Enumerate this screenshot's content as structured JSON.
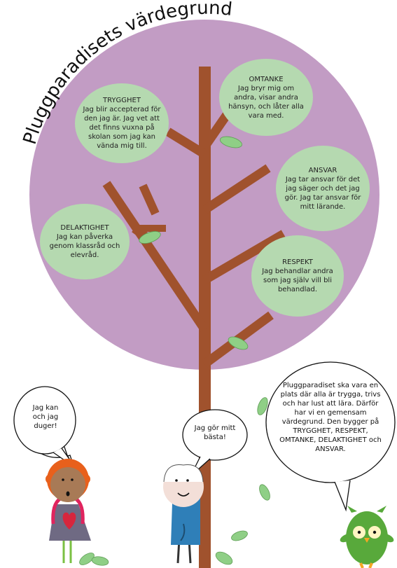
{
  "title": "Pluggparadisets värdegrund",
  "values": [
    {
      "id": "trygghet",
      "heading": "TRYGGHET",
      "text": "Jag blir accepterad för den jag är. Jag vet att det finns vuxna på skolan som jag kan vända mig till."
    },
    {
      "id": "omtanke",
      "heading": "OMTANKE",
      "text": "Jag bryr mig om andra, visar andra hänsyn, och låter alla vara med."
    },
    {
      "id": "ansvar",
      "heading": "ANSVAR",
      "text": "Jag tar ansvar för det jag säger och det jag gör. Jag tar ansvar för mitt lärande."
    },
    {
      "id": "delaktighet",
      "heading": "DELAKTIGHET",
      "text": "Jag kan påverka genom klassråd och elevråd."
    },
    {
      "id": "respekt",
      "heading": "RESPEKT",
      "text": "Jag behandlar andra som jag själv vill bli behandlad."
    }
  ],
  "speech": {
    "girl": "Jag kan och jag duger!",
    "boy": "Jag gör mitt bästa!",
    "owl": "Pluggparadiset ska vara en plats där alla är trygga, trivs och har lust att lära. Därför har vi en gemensam värdegrund. Den bygger på TRYGGHET, RESPEKT, OMTANKE, DELAKTIGHET och ANSVAR."
  },
  "colors": {
    "crown": "#c29cc4",
    "trunk": "#a0522d",
    "bubble": "#b5d9b0",
    "leaf": "#8fcf86",
    "girl_hair": "#e8601c",
    "girl_dress": "#6f6a83",
    "heart": "#d7263d",
    "boy_shirt": "#2f7fb8",
    "owl": "#58a93b"
  }
}
